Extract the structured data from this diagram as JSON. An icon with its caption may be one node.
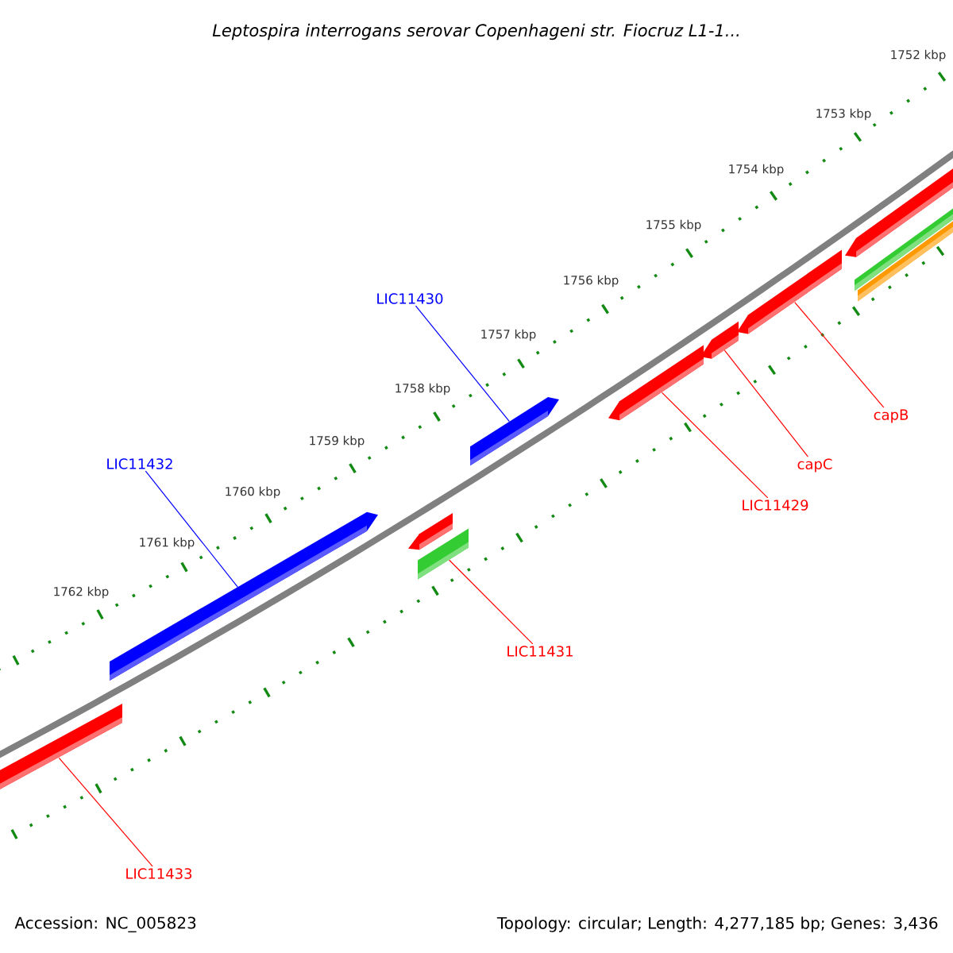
{
  "diagram": {
    "title": "Leptospira interrogans serovar Copenhageni str. Fiocruz L1-1...",
    "nodes": [
      {
        "text": [
          "LIC11430"
        ]
      },
      {
        "text": [
          "LIC11432"
        ]
      },
      {
        "text": [
          "LIC11429"
        ]
      },
      {
        "text": [
          "capC"
        ]
      },
      {
        "text": [
          "capB"
        ]
      },
      {
        "text": [
          "LIC11431"
        ]
      },
      {
        "text": [
          "LIC11433"
        ]
      },
      {
        "text": [],
        "shape": "bar"
      },
      {
        "text": [],
        "shape": "bar"
      },
      {
        "text": [],
        "shape": "bar"
      },
      {
        "text": [],
        "shape": "bar"
      },
      {
        "text": [],
        "shape": "bar"
      },
      {
        "text": [],
        "shape": "bar"
      },
      {
        "text": [],
        "shape": "bar"
      },
      {
        "text": [],
        "shape": "bar"
      },
      {
        "text": [],
        "shape": "bar"
      },
      {
        "text": [],
        "shape": "bar"
      },
      {
        "text": [],
        "shape": "bar"
      }
    ],
    "edges": [
      {
        "from": 0,
        "to": 11,
        "arrow": "none",
        "color": "#0000ff"
      },
      {
        "from": 1,
        "to": 8,
        "arrow": "none",
        "color": "#0000ff"
      },
      {
        "from": 2,
        "to": 12,
        "arrow": "none"
      },
      {
        "from": 3,
        "to": 13,
        "arrow": "none"
      },
      {
        "from": 4,
        "to": 14,
        "arrow": "none"
      },
      {
        "from": 5,
        "to": 10,
        "arrow": "none"
      },
      {
        "from": 6,
        "to": 7,
        "arrow": "none"
      }
    ],
    "labels": [
      "1752 kbp",
      "1753 kbp",
      "1754 kbp",
      "1755 kbp",
      "1756 kbp",
      "1757 kbp",
      "1758 kbp",
      "1759 kbp",
      "1760 kbp",
      "1761 kbp",
      "1762 kbp",
      "Accession: NC_005823",
      "Topology: circular; Length: 4,277,185 bp; Genes: 3,436"
    ]
  }
}
